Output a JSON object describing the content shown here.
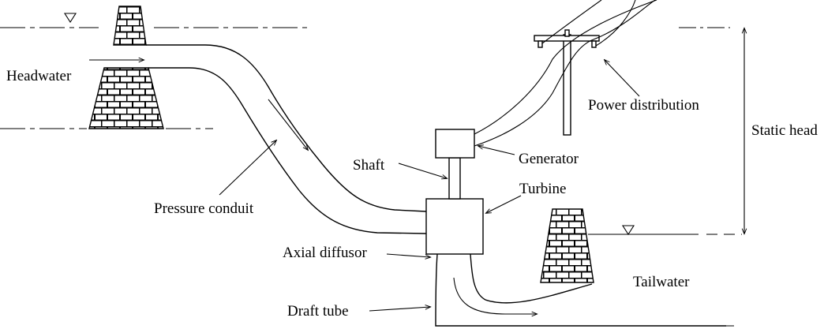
{
  "labels": {
    "headwater": "Headwater",
    "pressure_conduit": "Pressure conduit",
    "shaft": "Shaft",
    "generator": "Generator",
    "turbine": "Turbine",
    "power_distribution": "Power distribution",
    "static_head": "Static head",
    "axial_diffusor": "Axial diffusor",
    "draft_tube": "Draft tube",
    "tailwater": "Tailwater"
  }
}
